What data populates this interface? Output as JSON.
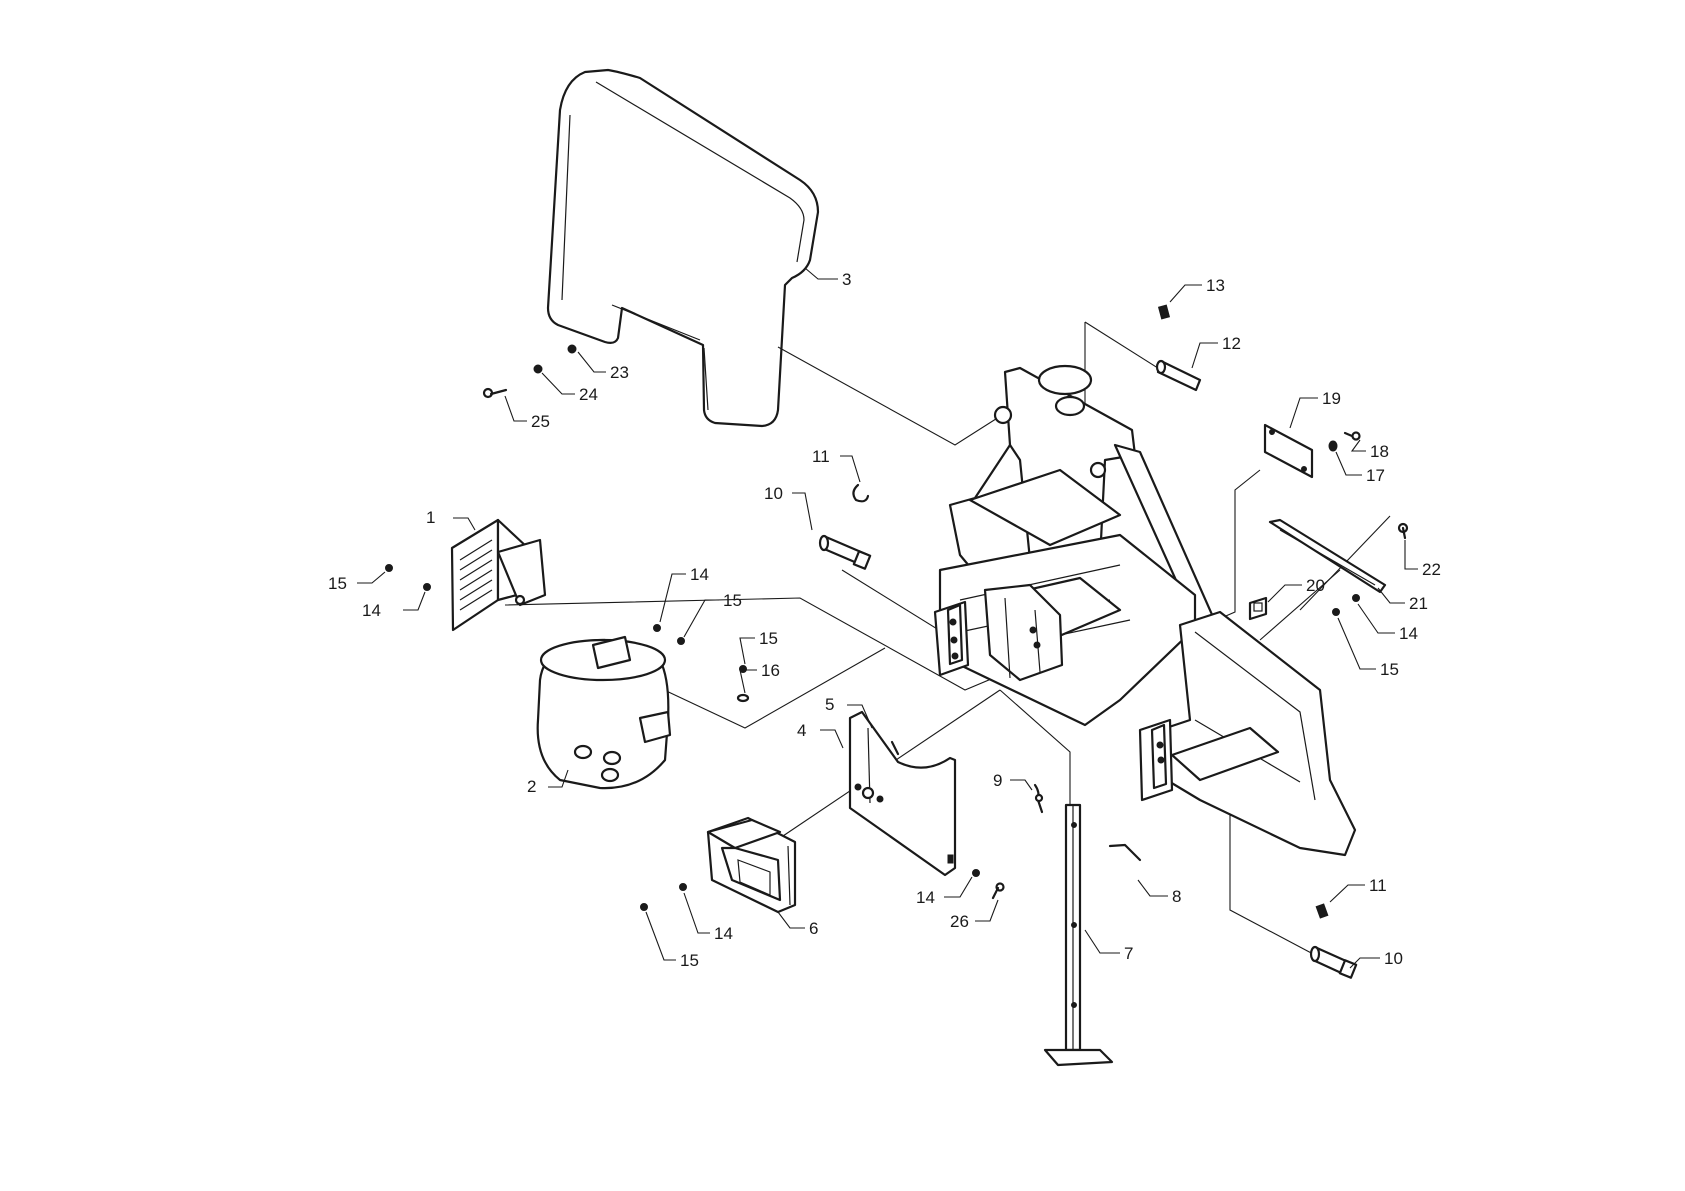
{
  "callouts": [
    {
      "id": "c1",
      "label": "1"
    },
    {
      "id": "c2",
      "label": "2"
    },
    {
      "id": "c3",
      "label": "3"
    },
    {
      "id": "c4",
      "label": "4"
    },
    {
      "id": "c5",
      "label": "5"
    },
    {
      "id": "c6",
      "label": "6"
    },
    {
      "id": "c7",
      "label": "7"
    },
    {
      "id": "c8",
      "label": "8"
    },
    {
      "id": "c9",
      "label": "9"
    },
    {
      "id": "c10a",
      "label": "10"
    },
    {
      "id": "c10b",
      "label": "10"
    },
    {
      "id": "c11a",
      "label": "11"
    },
    {
      "id": "c11b",
      "label": "11"
    },
    {
      "id": "c12",
      "label": "12"
    },
    {
      "id": "c13",
      "label": "13"
    },
    {
      "id": "c14a",
      "label": "14"
    },
    {
      "id": "c14b",
      "label": "14"
    },
    {
      "id": "c14c",
      "label": "14"
    },
    {
      "id": "c14d",
      "label": "14"
    },
    {
      "id": "c14e",
      "label": "14"
    },
    {
      "id": "c15a",
      "label": "15"
    },
    {
      "id": "c15b",
      "label": "15"
    },
    {
      "id": "c15c",
      "label": "15"
    },
    {
      "id": "c15d",
      "label": "15"
    },
    {
      "id": "c15e",
      "label": "15"
    },
    {
      "id": "c16",
      "label": "16"
    },
    {
      "id": "c17",
      "label": "17"
    },
    {
      "id": "c18",
      "label": "18"
    },
    {
      "id": "c19",
      "label": "19"
    },
    {
      "id": "c20",
      "label": "20"
    },
    {
      "id": "c21",
      "label": "21"
    },
    {
      "id": "c22",
      "label": "22"
    },
    {
      "id": "c23",
      "label": "23"
    },
    {
      "id": "c24",
      "label": "24"
    },
    {
      "id": "c25",
      "label": "25"
    },
    {
      "id": "c26",
      "label": "26"
    }
  ]
}
